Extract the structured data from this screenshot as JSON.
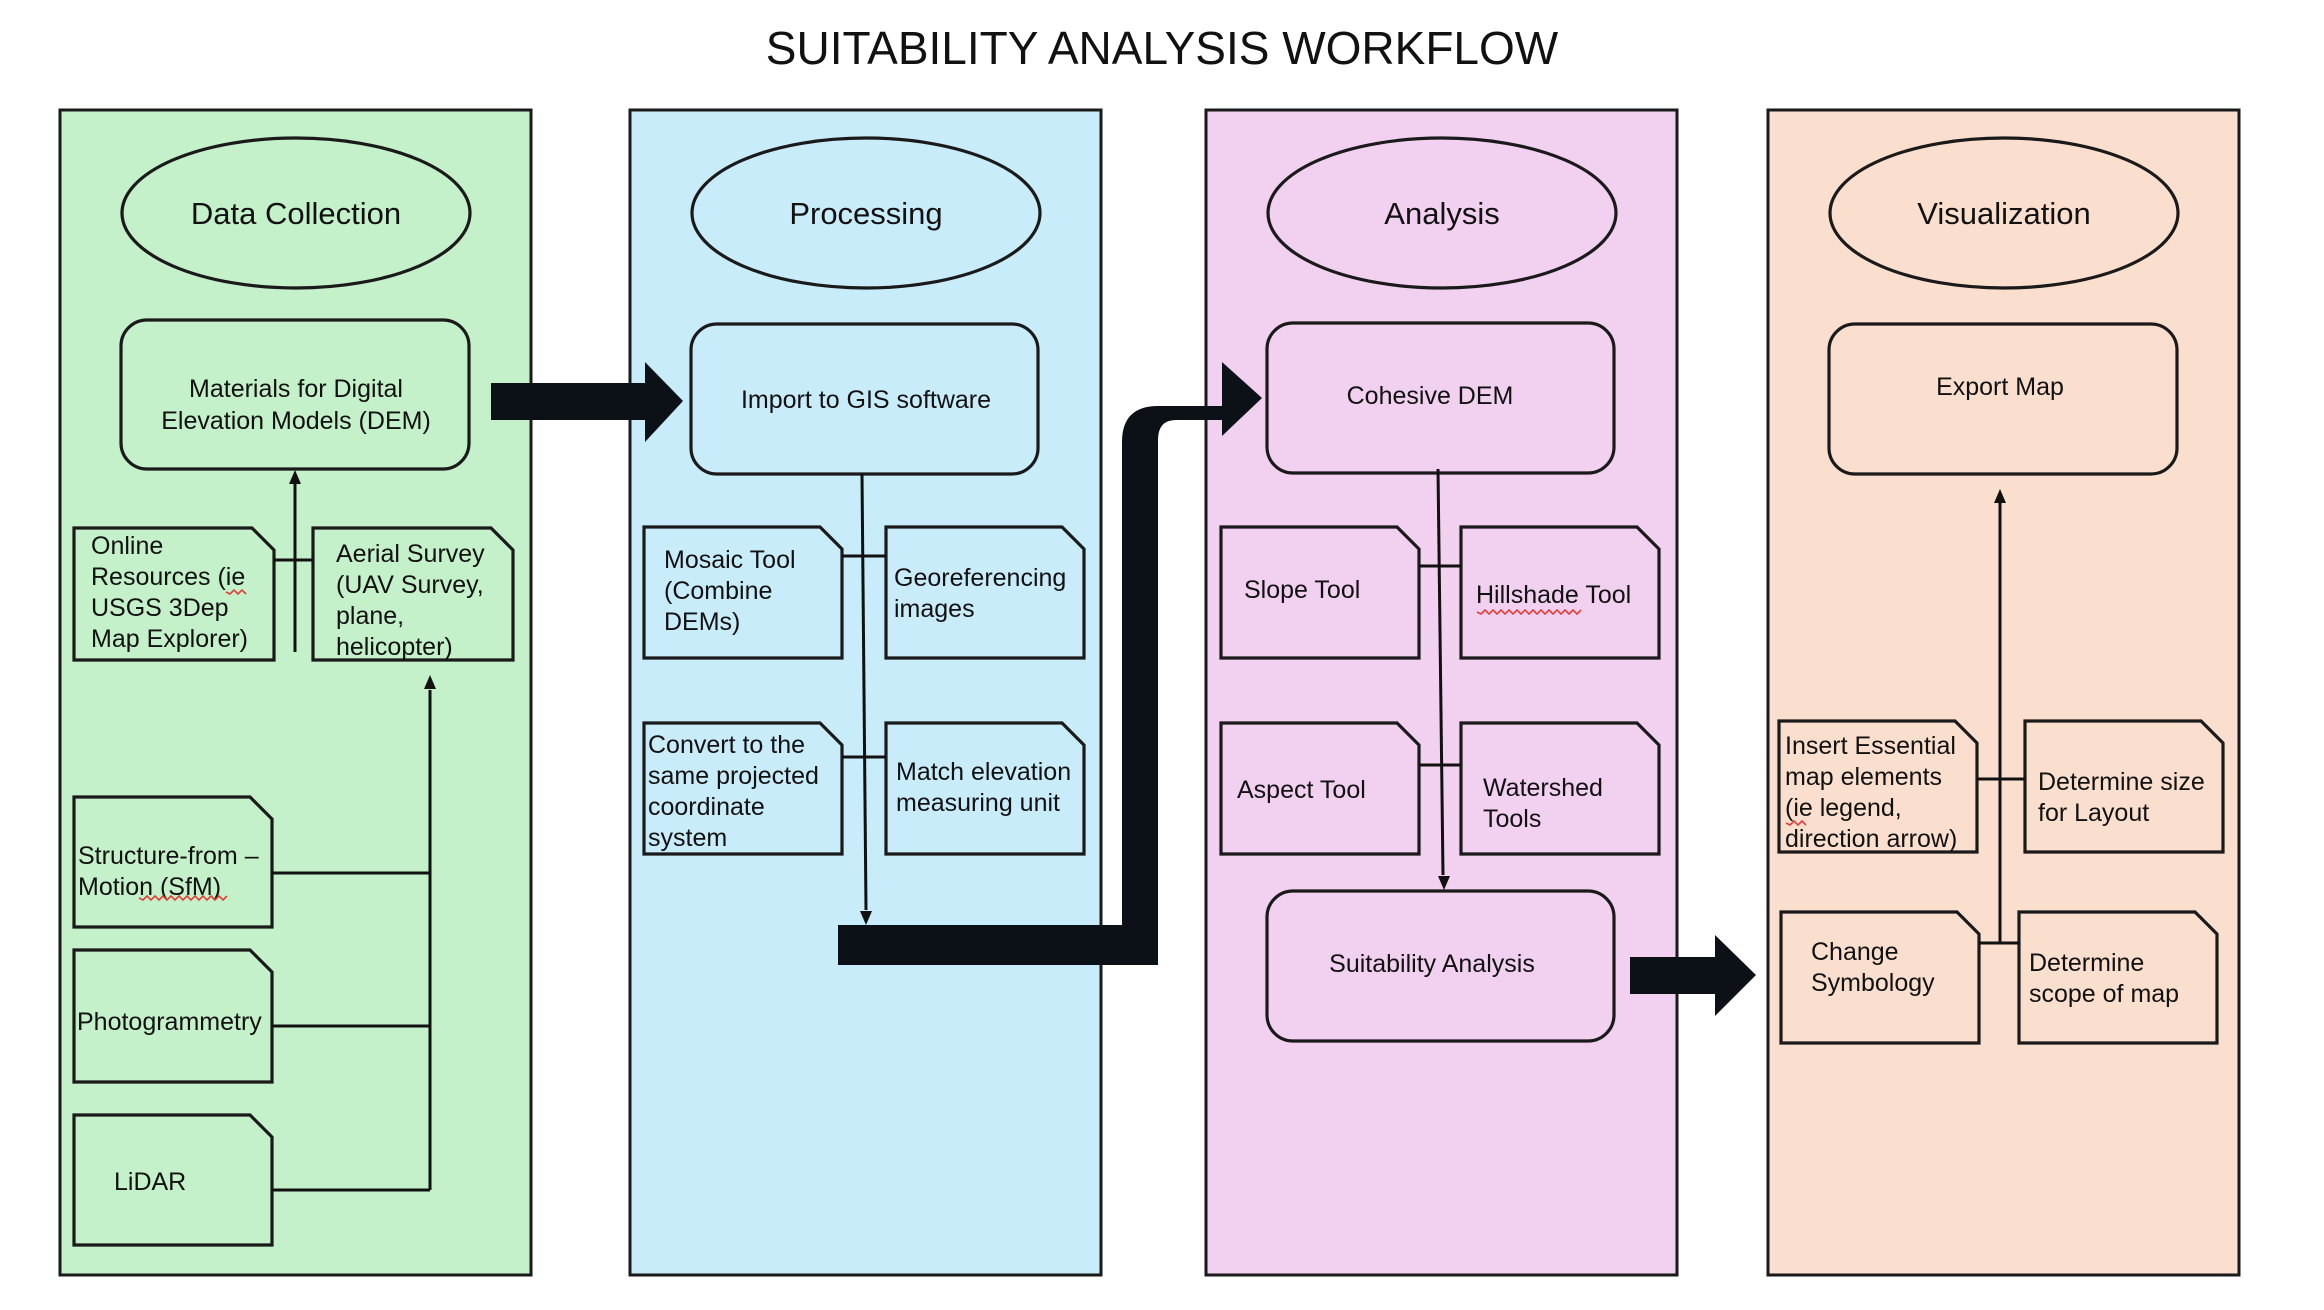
{
  "title": "SUITABILITY ANALYSIS WORKFLOW",
  "colors": {
    "data_collection": "#c4f1c9",
    "processing": "#c9ecfb",
    "analysis": "#f2d0f0",
    "visualization": "#fbdfce",
    "outline": "#1a1a1a",
    "arrow": "#0b1116"
  },
  "columns": [
    {
      "id": "data_collection",
      "header": "Data Collection",
      "main": [
        "Materials for Digital",
        "Elevation Models (DEM)"
      ],
      "items": [
        [
          "Online",
          "Resources (ie",
          "USGS 3Dep",
          "Map Explorer)"
        ],
        [
          "Aerial Survey",
          "(UAV Survey,",
          "plane,",
          "helicopter)"
        ],
        [
          "Structure-from –",
          "Motion (SfM)"
        ],
        [
          "Photogrammetry"
        ],
        [
          "LiDAR"
        ]
      ]
    },
    {
      "id": "processing",
      "header": "Processing",
      "main": [
        "Import to GIS software"
      ],
      "items": [
        [
          "Mosaic Tool",
          "(Combine",
          "DEMs)"
        ],
        [
          "Georeferencing",
          "images"
        ],
        [
          "Convert to the",
          "same projected",
          "coordinate",
          "system"
        ],
        [
          "Match elevation",
          "measuring unit"
        ]
      ]
    },
    {
      "id": "analysis",
      "header": "Analysis",
      "main": [
        "Cohesive DEM"
      ],
      "items": [
        [
          "Slope Tool"
        ],
        [
          "Hillshade Tool"
        ],
        [
          "Aspect Tool"
        ],
        [
          "Watershed",
          "Tools"
        ]
      ],
      "result": [
        "Suitability Analysis"
      ]
    },
    {
      "id": "visualization",
      "header": "Visualization",
      "main": [
        "Export Map"
      ],
      "items": [
        [
          "Insert Essential",
          "map elements",
          "(ie legend,",
          "direction arrow)"
        ],
        [
          "Determine size",
          "for Layout"
        ],
        [
          "Change",
          "Symbology"
        ],
        [
          "Determine",
          "scope of map"
        ]
      ]
    }
  ]
}
